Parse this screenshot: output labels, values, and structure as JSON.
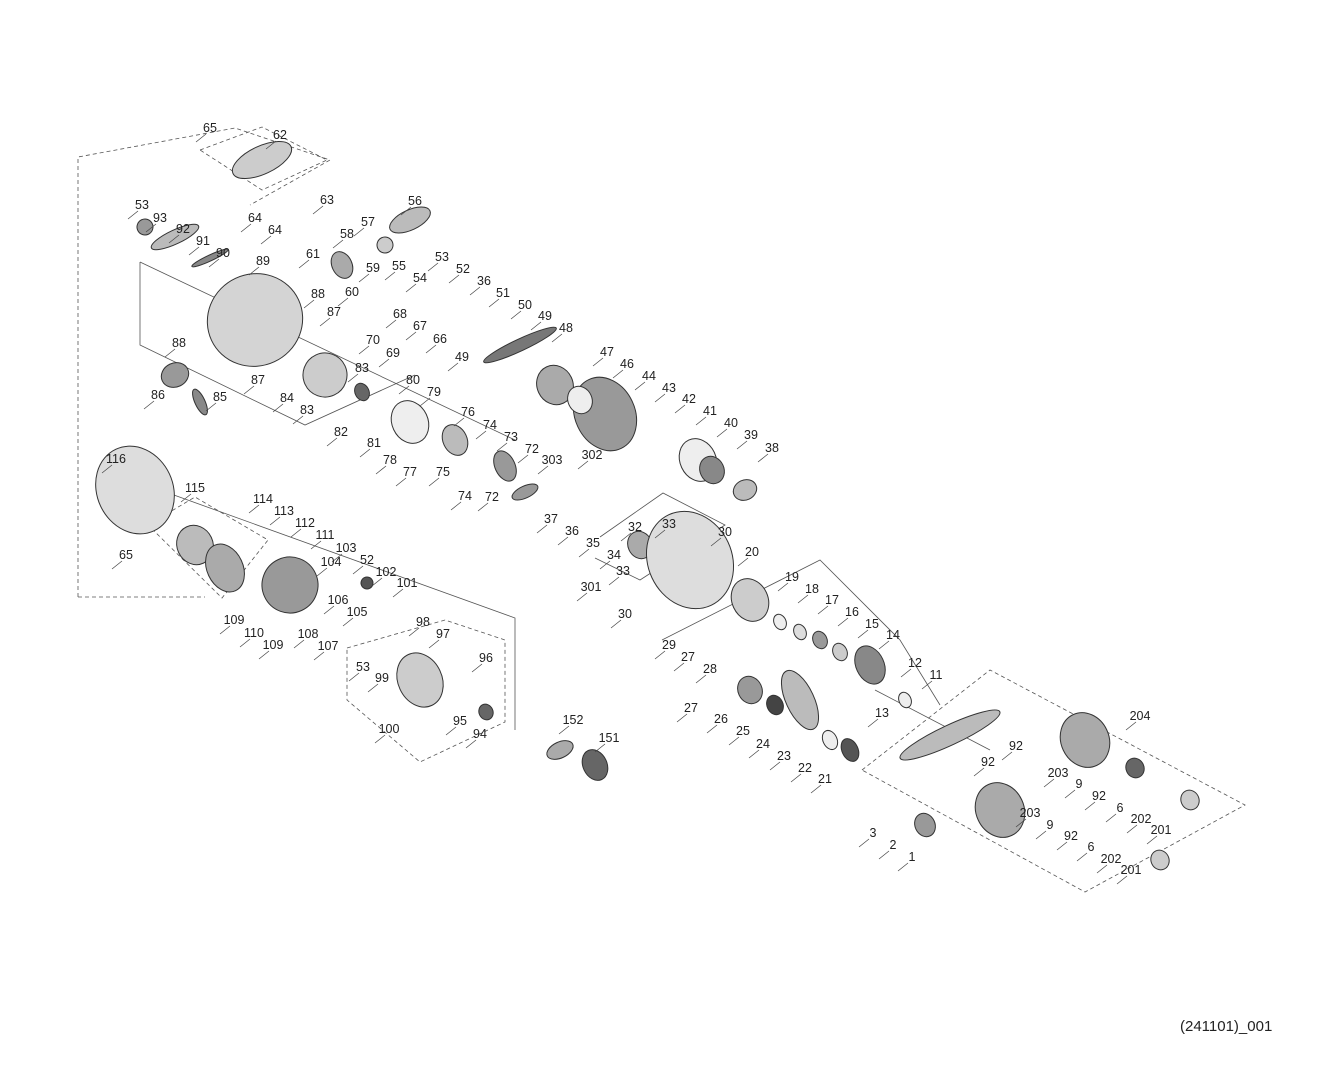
{
  "caption": "(241101)_001",
  "part_labels": [
    "65",
    "62",
    "63",
    "64",
    "64",
    "53",
    "93",
    "92",
    "91",
    "90",
    "56",
    "57",
    "58",
    "61",
    "59",
    "60",
    "89",
    "88",
    "87",
    "55",
    "54",
    "53",
    "52",
    "36",
    "51",
    "50",
    "49",
    "48",
    "68",
    "67",
    "66",
    "49",
    "70",
    "69",
    "88",
    "87",
    "86",
    "85",
    "83",
    "84",
    "83",
    "80",
    "79",
    "82",
    "81",
    "78",
    "77",
    "76",
    "75",
    "74",
    "73",
    "72",
    "74",
    "72",
    "303",
    "47",
    "46",
    "44",
    "43",
    "42",
    "41",
    "40",
    "39",
    "38",
    "302",
    "116",
    "115",
    "114",
    "113",
    "112",
    "111",
    "103",
    "52",
    "102",
    "101",
    "104",
    "65",
    "106",
    "105",
    "109",
    "110",
    "109",
    "108",
    "107",
    "98",
    "97",
    "53",
    "99",
    "96",
    "100",
    "95",
    "94",
    "37",
    "36",
    "35",
    "34",
    "32",
    "33",
    "33",
    "301",
    "30",
    "30",
    "20",
    "19",
    "18",
    "17",
    "16",
    "15",
    "14",
    "12",
    "13",
    "11",
    "29",
    "27",
    "28",
    "27",
    "26",
    "25",
    "24",
    "23",
    "22",
    "21",
    "152",
    "151",
    "204",
    "92",
    "92",
    "203",
    "9",
    "92",
    "6",
    "202",
    "201",
    "203",
    "9",
    "92",
    "6",
    "202",
    "201",
    "3",
    "2",
    "1"
  ]
}
